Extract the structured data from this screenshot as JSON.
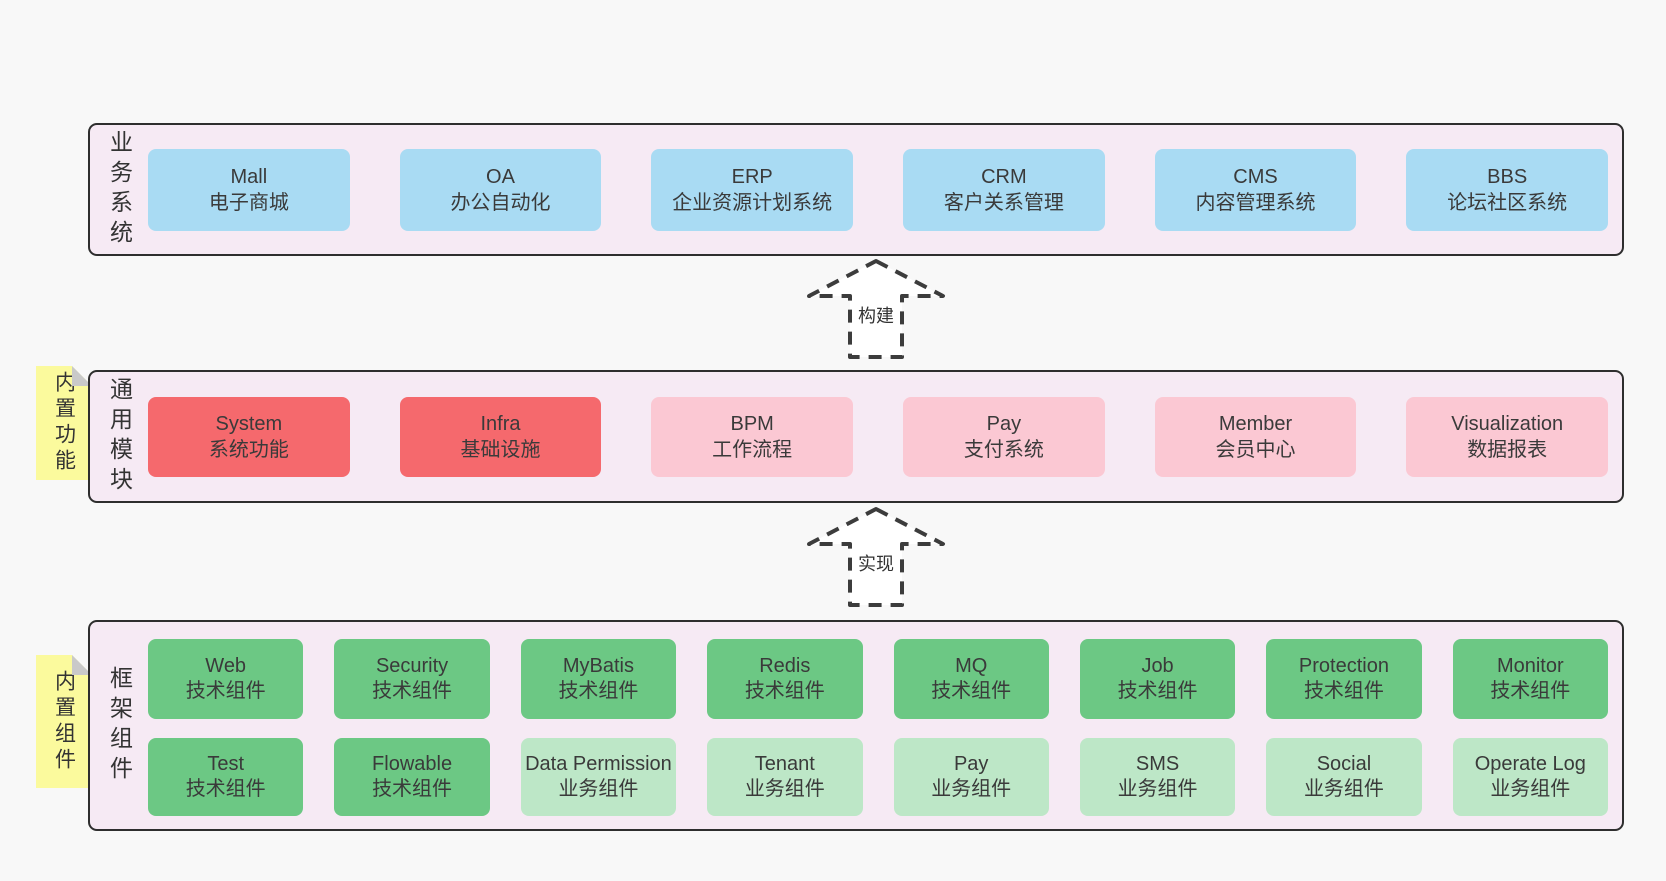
{
  "diagram": {
    "layers": [
      {
        "label": "业务系统",
        "boxes": [
          {
            "name": "Mall",
            "desc": "电子商城"
          },
          {
            "name": "OA",
            "desc": "办公自动化"
          },
          {
            "name": "ERP",
            "desc": "企业资源计划系统"
          },
          {
            "name": "CRM",
            "desc": "客户关系管理"
          },
          {
            "name": "CMS",
            "desc": "内容管理系统"
          },
          {
            "name": "BBS",
            "desc": "论坛社区系统"
          }
        ]
      },
      {
        "label": "通用模块",
        "note": "内置功能",
        "boxes": [
          {
            "name": "System",
            "desc": "系统功能"
          },
          {
            "name": "Infra",
            "desc": "基础设施"
          },
          {
            "name": "BPM",
            "desc": "工作流程"
          },
          {
            "name": "Pay",
            "desc": "支付系统"
          },
          {
            "name": "Member",
            "desc": "会员中心"
          },
          {
            "name": "Visualization",
            "desc": "数据报表"
          }
        ]
      },
      {
        "label": "框架组件",
        "note": "内置组件",
        "rows": [
          [
            {
              "name": "Web",
              "desc": "技术组件"
            },
            {
              "name": "Security",
              "desc": "技术组件"
            },
            {
              "name": "MyBatis",
              "desc": "技术组件"
            },
            {
              "name": "Redis",
              "desc": "技术组件"
            },
            {
              "name": "MQ",
              "desc": "技术组件"
            },
            {
              "name": "Job",
              "desc": "技术组件"
            },
            {
              "name": "Protection",
              "desc": "技术组件"
            },
            {
              "name": "Monitor",
              "desc": "技术组件"
            }
          ],
          [
            {
              "name": "Test",
              "desc": "技术组件"
            },
            {
              "name": "Flowable",
              "desc": "技术组件"
            },
            {
              "name": "Data Permission",
              "desc": "业务组件"
            },
            {
              "name": "Tenant",
              "desc": "业务组件"
            },
            {
              "name": "Pay",
              "desc": "业务组件"
            },
            {
              "name": "SMS",
              "desc": "业务组件"
            },
            {
              "name": "Social",
              "desc": "业务组件"
            },
            {
              "name": "Operate Log",
              "desc": "业务组件"
            }
          ]
        ]
      }
    ],
    "arrows": [
      {
        "label": "构建"
      },
      {
        "label": "实现"
      }
    ],
    "colors": {
      "page_bg": "#f8f8f8",
      "layer_bg": "#f6eaf4",
      "layer_border": "#2e2e2e",
      "blue": "#a9dbf3",
      "red": "#f5696d",
      "pink": "#fbc8d3",
      "green": "#6cc884",
      "green_light": "#bde7c7",
      "note_yellow": "#fbfa9d",
      "note_fold": "#c9c9c9",
      "text": "#3a3a3a"
    }
  }
}
